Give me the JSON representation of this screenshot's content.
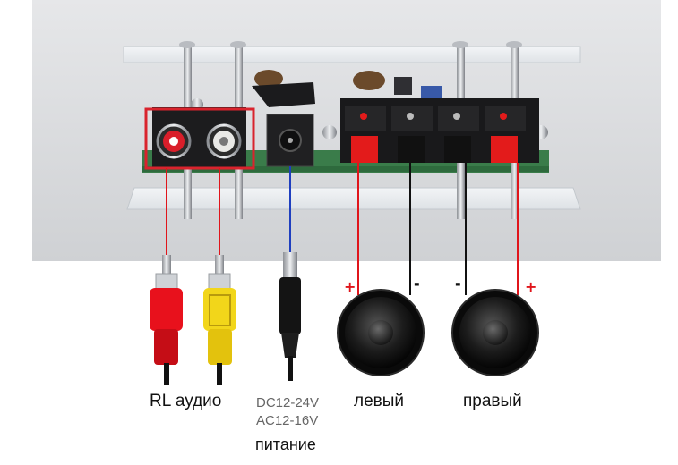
{
  "labels": {
    "audio": "RL аудио",
    "power_spec_dc": "DC12-24V",
    "power_spec_ac": "AC12-16V",
    "power": "питание",
    "left": "левый",
    "right": "правый"
  },
  "polarity": {
    "left_plus": "+",
    "left_minus": "-",
    "right_minus": "-",
    "right_plus": "+"
  },
  "colors": {
    "highlight_box": "#d9232d",
    "wire_red": "#e0151b",
    "wire_black": "#111111",
    "wire_blue": "#1f3fbf",
    "rca_red": "#e8111c",
    "rca_yellow": "#f2d61a",
    "terminal_red": "#e31b1b"
  }
}
